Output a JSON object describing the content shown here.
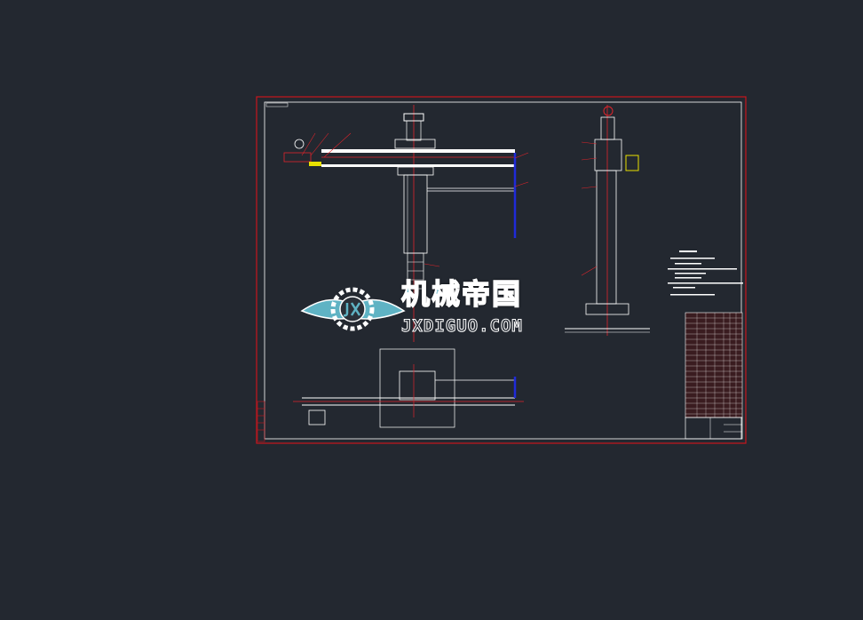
{
  "drawing": {
    "colors": {
      "background": "#232830",
      "border": "#c8161d",
      "geometry": "#ffffff",
      "centerline": "#e0242b",
      "highlight_blue": "#1f2ad8",
      "highlight_yellow": "#e8e000"
    },
    "views": [
      "front-view",
      "side-view",
      "top-view"
    ],
    "has_title_block": true,
    "has_parts_list": true,
    "has_technical_notes": true
  },
  "watermark": {
    "logo_letters": "JX",
    "chinese": "机械帝国",
    "domain": "JXDIGUO.COM",
    "color": "#5fb3c4"
  }
}
